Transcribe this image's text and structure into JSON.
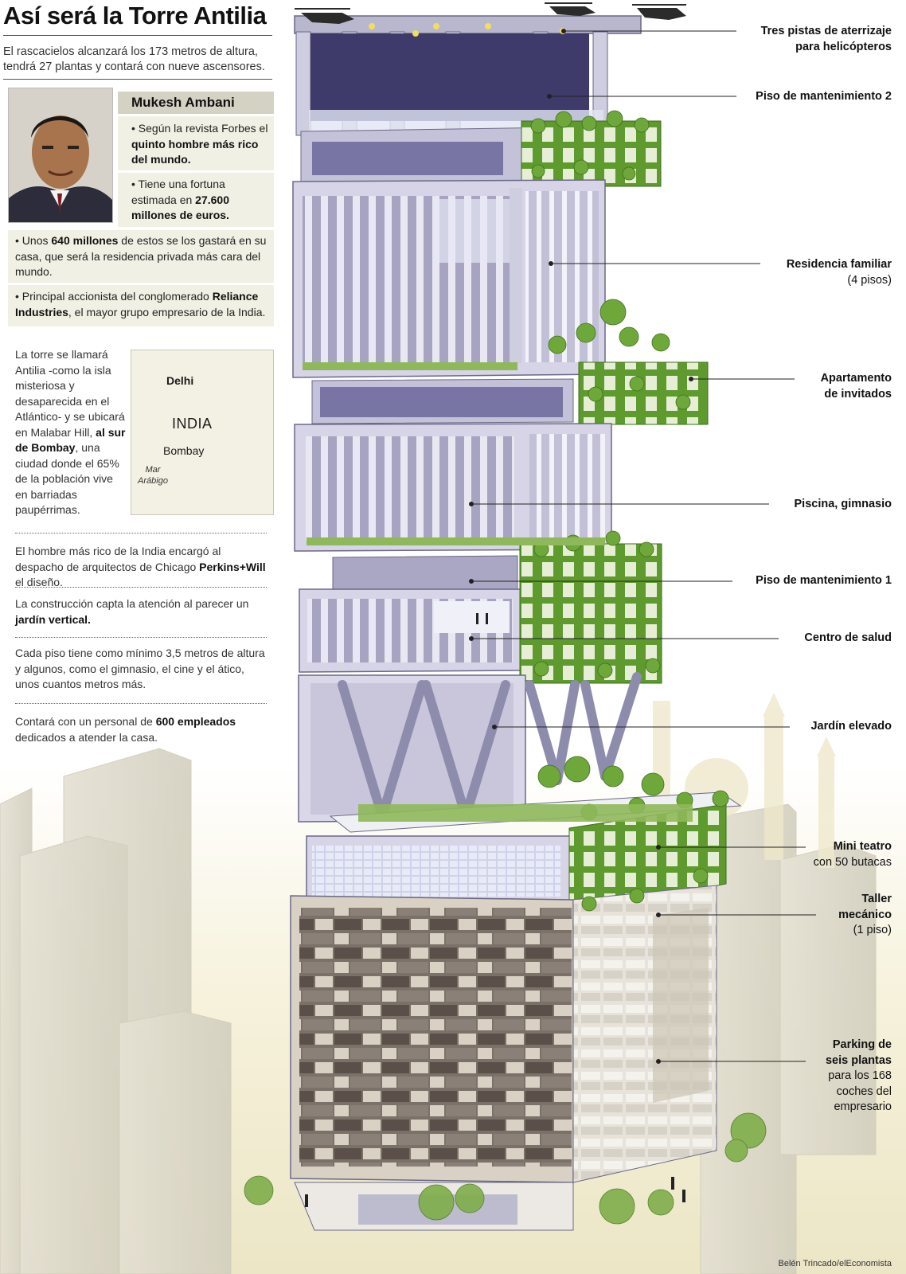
{
  "title": "Así será la Torre Antilia",
  "subtitle": "El rascacielos alcanzará los 173 metros de altura, tendrá 27 plantas y contará con nueve ascensores.",
  "profile": {
    "name": "Mukesh Ambani",
    "fact1": {
      "pre": "• Según la revista Forbes el ",
      "bold": "quinto hombre más rico del mundo."
    },
    "fact2": {
      "pre": "• Tiene una fortuna estimada en ",
      "bold": "27.600 millones de euros."
    },
    "fact3": {
      "pre": "• Unos ",
      "bold": "640 millones",
      "post": " de estos se los gastará en su casa, que será la residencia privada más cara del mundo."
    },
    "fact4": {
      "pre": "• Principal accionista del conglomerado ",
      "bold": "Reliance Industries",
      "post": ", el mayor grupo empresario de la India."
    }
  },
  "location_text": {
    "pre": "La torre se llamará Antilia -como la isla misteriosa y desaparecida en el Atlántico- y se ubicará en Malabar Hill, ",
    "bold": "al sur de Bombay",
    "post": ", una ciudad donde el 65% de la población vive en barriadas paupérrimas."
  },
  "map": {
    "city1": "Delhi",
    "country": "INDIA",
    "city2": "Bombay",
    "sea": "Mar Arábigo",
    "land_color": "#ffffff",
    "water_color": "#f3f1e4"
  },
  "notes": [
    {
      "pre": "El hombre más rico de la India encargó al despacho de arquitectos de Chicago ",
      "bold": "Perkins+Will",
      "post": " el diseño."
    },
    {
      "pre": "La construcción capta la atención al parecer un ",
      "bold": "jardín vertical.",
      "post": ""
    },
    {
      "pre": "Cada piso tiene como mínimo 3,5 metros de altura y algunos, como el gimnasio, el cine y el ático, unos cuantos metros más.",
      "bold": "",
      "post": ""
    },
    {
      "pre": "Contará con un personal de ",
      "bold": "600 empleados",
      "post": " dedicados a atender la casa."
    }
  ],
  "callouts": [
    {
      "bold": "Tres pistas de aterrizaje para helicópteros",
      "light": ""
    },
    {
      "bold": "Piso de mantenimiento 2",
      "light": ""
    },
    {
      "bold": "Residencia familiar",
      "light": "(4 pisos)"
    },
    {
      "bold": "Apartamento de invitados",
      "light": ""
    },
    {
      "bold": "Piscina, gimnasio",
      "light": ""
    },
    {
      "bold": "Piso de mantenimiento 1",
      "light": ""
    },
    {
      "bold": "Centro de salud",
      "light": ""
    },
    {
      "bold": "Jardín elevado",
      "light": ""
    },
    {
      "bold": "Mini teatro",
      "light": "con 50 butacas"
    },
    {
      "bold": "Taller mecánico",
      "light": "(1 piso)"
    },
    {
      "bold": "Parking de seis plantas",
      "light": "para los 168 coches del empresario"
    }
  ],
  "credit": "Belén Trincado/elEconomista",
  "colors": {
    "facade": "#b5b3c9",
    "facade_dark": "#8f8cab",
    "green": "#6aa33a",
    "parking": "#6b625a",
    "sky": "#f5f0d6"
  }
}
